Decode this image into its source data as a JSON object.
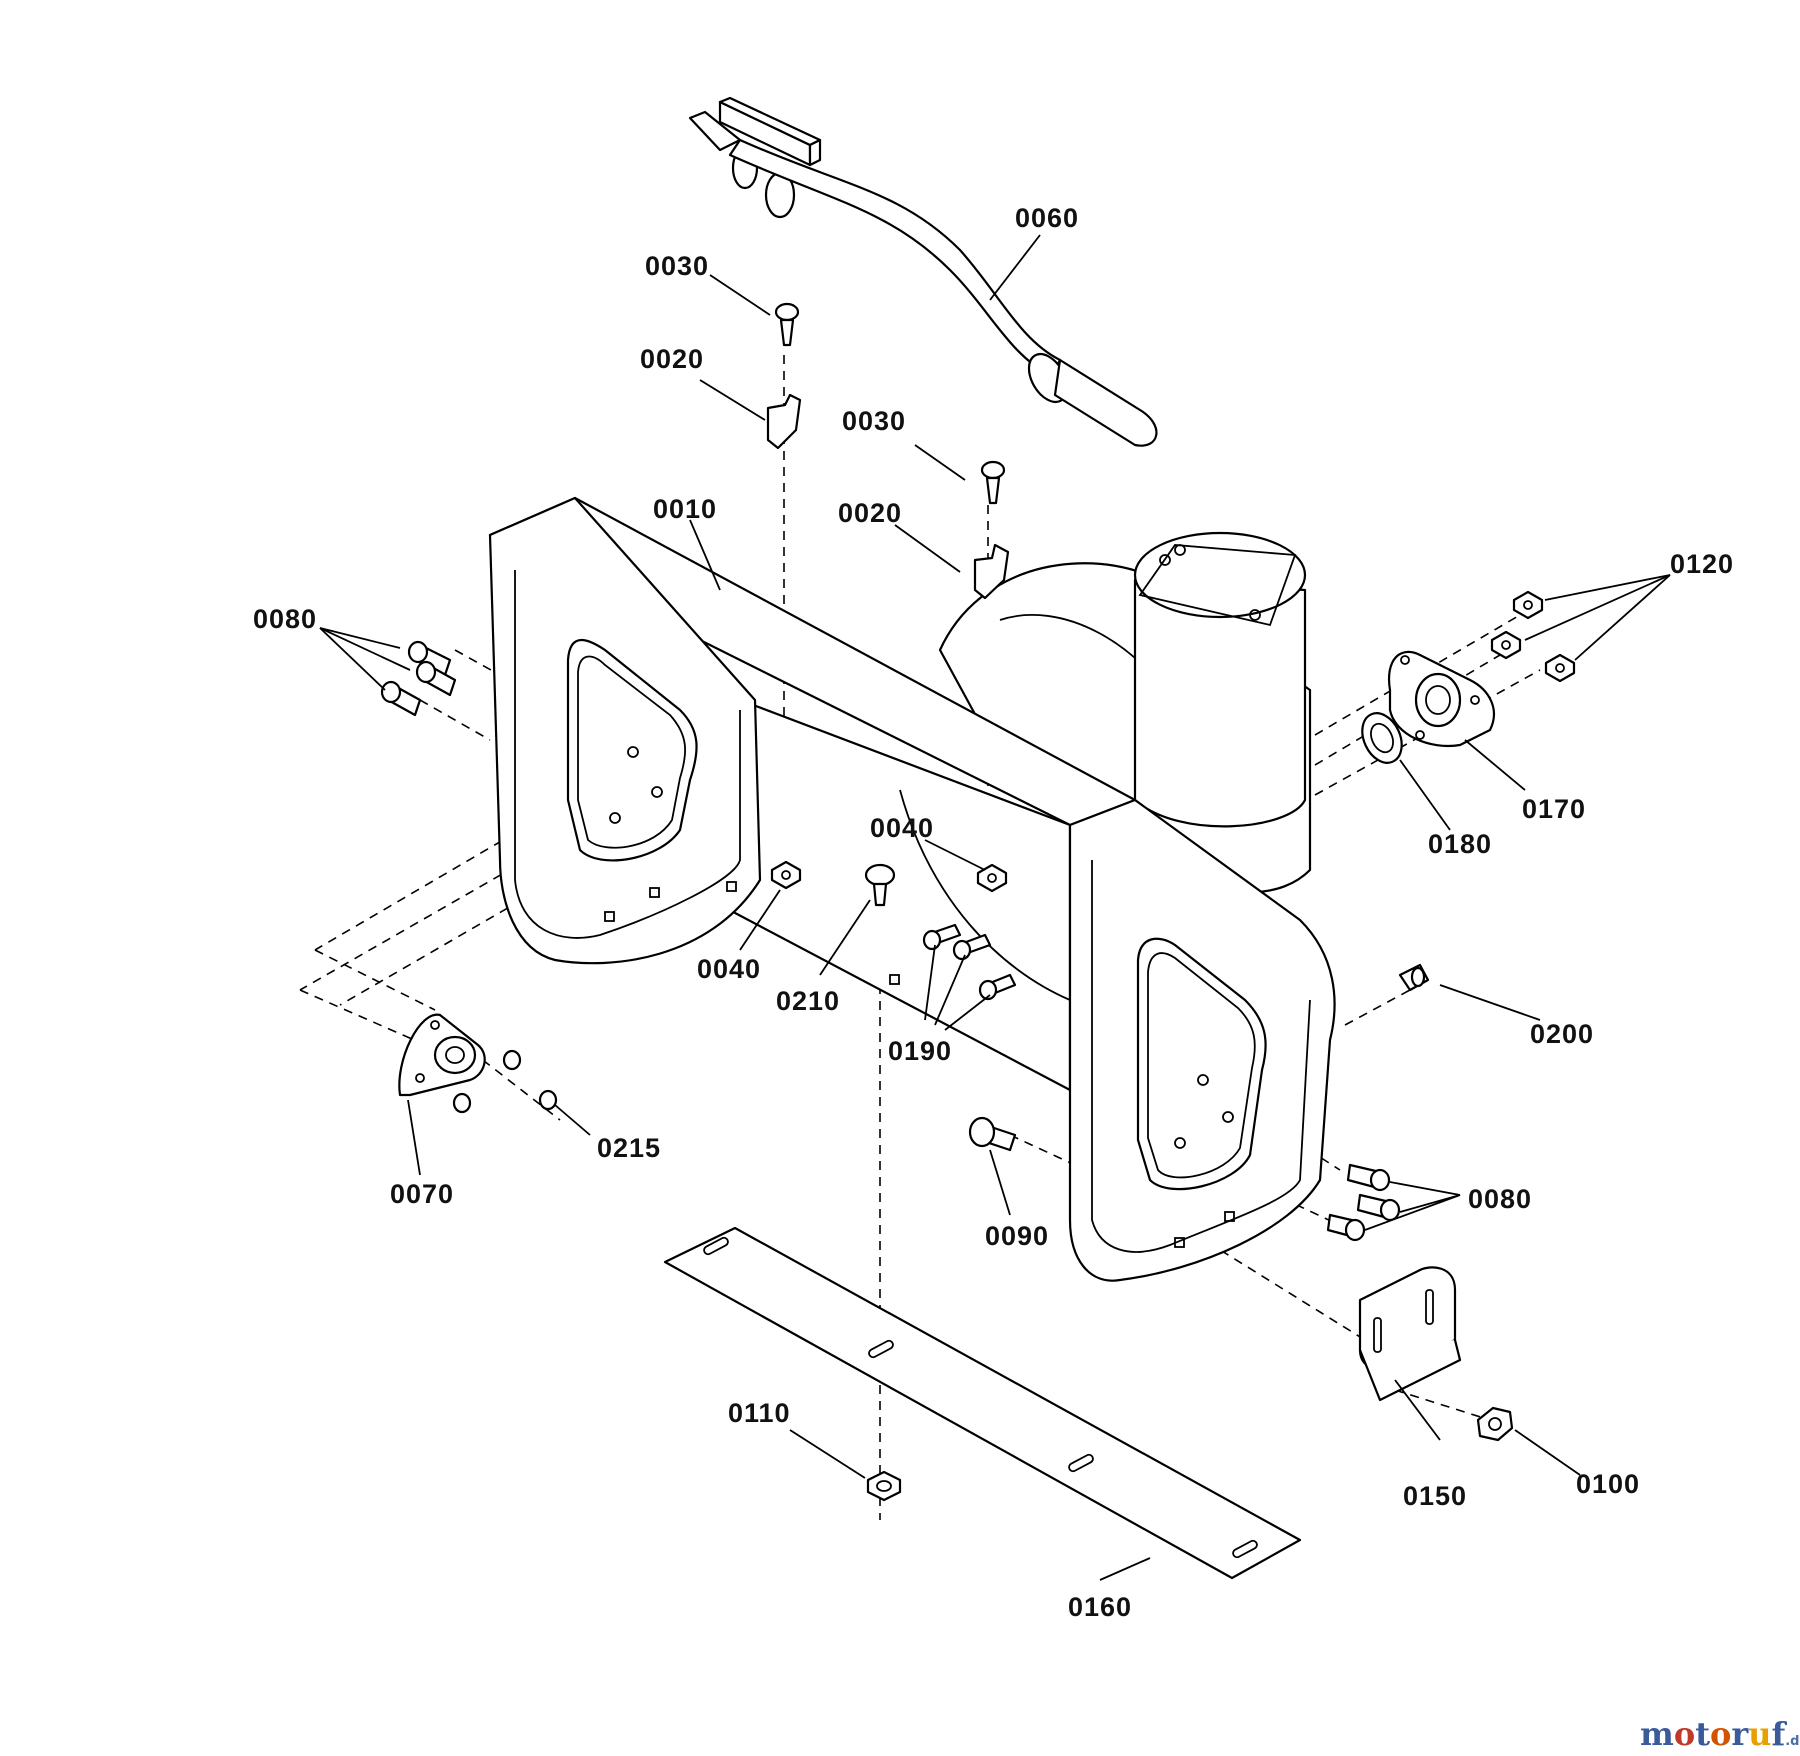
{
  "diagram": {
    "labels": {
      "p0010": "0010",
      "p0020a": "0020",
      "p0020b": "0020",
      "p0030a": "0030",
      "p0030b": "0030",
      "p0040a": "0040",
      "p0040b": "0040",
      "p0060": "0060",
      "p0070": "0070",
      "p0080a": "0080",
      "p0080b": "0080",
      "p0090": "0090",
      "p0100": "0100",
      "p0110": "0110",
      "p0120": "0120",
      "p0150": "0150",
      "p0160": "0160",
      "p0170": "0170",
      "p0180": "0180",
      "p0190": "0190",
      "p0200": "0200",
      "p0210": "0210",
      "p0215": "0215"
    }
  },
  "watermark": {
    "brand": "motoruf",
    "suffix": ".de",
    "colors": {
      "m": "#3b5a9a",
      "o": "#c0392b",
      "t": "#3b5a9a",
      "o2": "#d35400",
      "r": "#3b5a9a",
      "u": "#e6a100",
      "f": "#3b5a9a"
    }
  }
}
